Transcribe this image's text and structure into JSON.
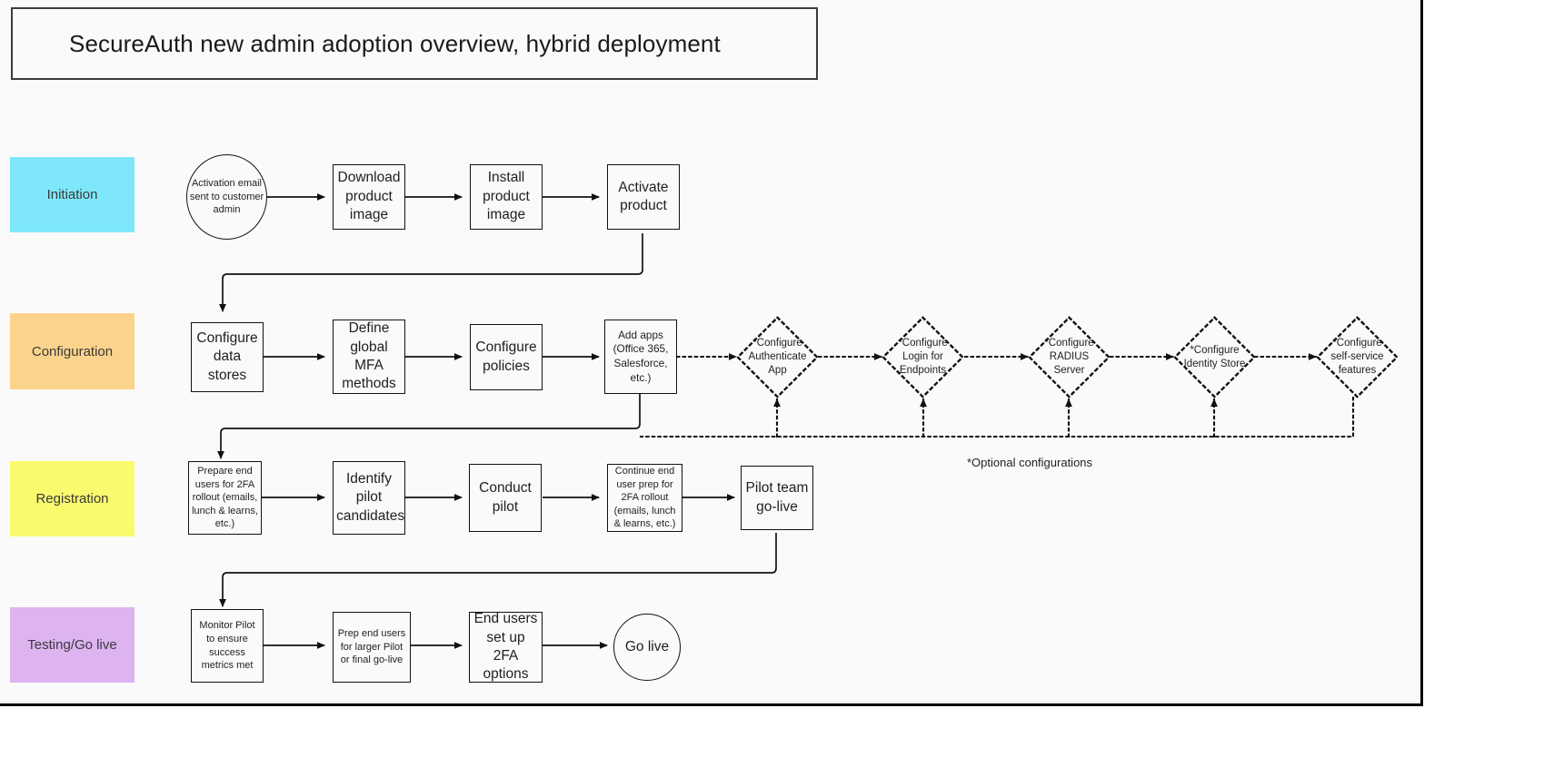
{
  "title": {
    "text": "SecureAuth new admin adoption overview, hybrid deployment"
  },
  "lanes": [
    {
      "label": "Initiation",
      "color": "#7ee8fa"
    },
    {
      "label": "Configuration",
      "color": "#fcd38a"
    },
    {
      "label": "Registration",
      "color": "#fafa6e"
    },
    {
      "label": "Testing/Go live",
      "color": "#ddb3f0"
    }
  ],
  "initiation": {
    "start": "Activation email sent to customer  admin",
    "steps": [
      "Download product image",
      "Install product image",
      "Activate product"
    ]
  },
  "configuration": {
    "steps": [
      "Configure data stores",
      "Define global MFA methods",
      "Configure policies",
      "Add apps (Office 365, Salesforce, etc.)"
    ],
    "optional": [
      "*Configure Authenticate App",
      "*Configure Login for Endpoints",
      "*Configure RADIUS Server",
      "*Configure Identity Store",
      "*Configure self-service features"
    ],
    "optional_note": "*Optional configurations"
  },
  "registration": {
    "steps": [
      "Prepare end users for 2FA rollout (emails, lunch & learns, etc.)",
      "Identify pilot candidates",
      "Conduct pilot",
      "Continue end user prep for 2FA rollout (emails, lunch & learns, etc.)",
      "Pilot team go-live"
    ]
  },
  "testing": {
    "steps": [
      "Monitor Pilot to ensure success metrics met",
      "Prep end users for larger Pilot or final go-live",
      "End users set up 2FA options"
    ],
    "end": "Go live"
  },
  "colors": {
    "stroke": "#111111",
    "canvas": "#fafafa",
    "text": "#1f1f1f"
  }
}
